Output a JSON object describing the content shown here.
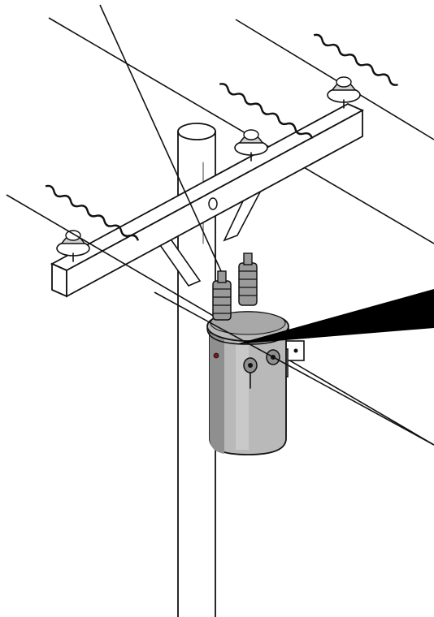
{
  "colors": {
    "background": "#ffffff",
    "outline": "#111111",
    "transformer_body": "#b9b9b9",
    "transformer_shade": "#8f8f8f",
    "transformer_highlight": "#d4d4d4",
    "bushing": "#9a9a9a",
    "indicator_dot": "#7a1a1a",
    "pointer": "#000000",
    "wood": "#ffffff"
  },
  "icons": {
    "pole": "utility-pole",
    "crossarm": "crossarm",
    "insulator": "pin-insulator",
    "transformer": "pole-mounted-transformer",
    "pointer": "callout-pointer"
  }
}
